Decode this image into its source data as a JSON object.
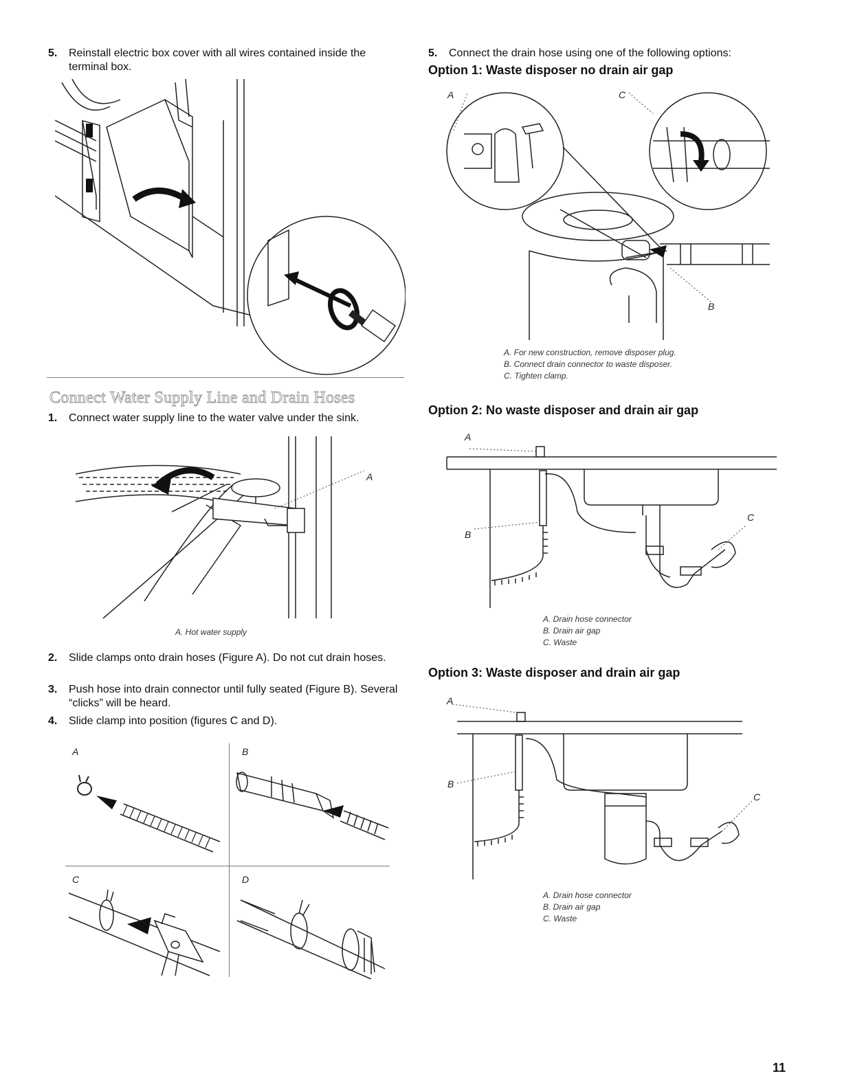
{
  "left": {
    "step5": {
      "num": "5.",
      "text": "Reinstall electric box cover with all wires contained inside the terminal box."
    },
    "section_title": "Connect Water Supply Line and Drain Hoses",
    "step1": {
      "num": "1.",
      "text": "Connect water supply line to the water valve under the sink."
    },
    "water_label_a": "A",
    "water_caption": "A. Hot water supply",
    "step2": {
      "num": "2.",
      "text": "Slide clamps onto drain hoses (Figure A). Do not cut drain hoses."
    },
    "step3": {
      "num": "3.",
      "text": "Push hose into drain connector until fully seated (Figure B). Several “clicks” will be heard."
    },
    "step4": {
      "num": "4.",
      "text": "Slide clamp into position (figures C and D)."
    },
    "grid_labels": [
      "A",
      "B",
      "C",
      "D"
    ]
  },
  "right": {
    "step5": {
      "num": "5.",
      "text": "Connect the drain hose using one of the following options:"
    },
    "option1": {
      "heading": "Option 1: Waste disposer no drain air gap",
      "labels": [
        "A",
        "C",
        "B"
      ],
      "captions": [
        "A. For new construction, remove disposer plug.",
        "B. Connect drain connector to waste disposer.",
        "C. Tighten clamp."
      ]
    },
    "option2": {
      "heading": "Option 2: No waste disposer and drain air gap",
      "labels": [
        "A",
        "B",
        "C"
      ],
      "captions": [
        "A. Drain hose connector",
        "B. Drain air gap",
        "C. Waste"
      ]
    },
    "option3": {
      "heading": "Option 3: Waste disposer and drain air gap",
      "labels": [
        "A",
        "B",
        "C"
      ],
      "captions": [
        "A. Drain hose connector",
        "B. Drain air gap",
        "C. Waste"
      ]
    }
  },
  "page_number": "11"
}
